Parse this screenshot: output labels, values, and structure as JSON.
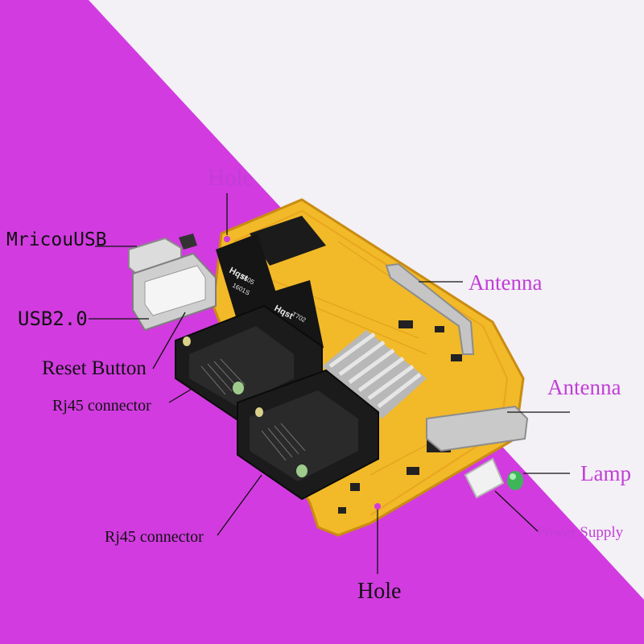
{
  "labels": {
    "hole_top": "Hole",
    "micro_usb": "MricouUSB",
    "usb2": "USB2.0",
    "reset_button": "Reset Button",
    "rj45_upper": "Rj45 connector",
    "rj45_lower": "Rj45 connector",
    "antenna_top": "Antenna",
    "antenna_bottom": "Antenna",
    "lamp": "Lamp",
    "power_supply": "Power Supply",
    "hole_bottom": "Hole"
  },
  "chip_markings": {
    "brand": "Hqst",
    "upper_chip_code": "T605",
    "upper_chip_code2": "1601S",
    "lower_chip_code": "T702"
  },
  "colors": {
    "magenta_background": "#d23be0",
    "light_background": "#f3f0f6",
    "pcb_yellow": "#f2b928",
    "label_pink": "#c13ed6",
    "label_dark": "#111111"
  }
}
